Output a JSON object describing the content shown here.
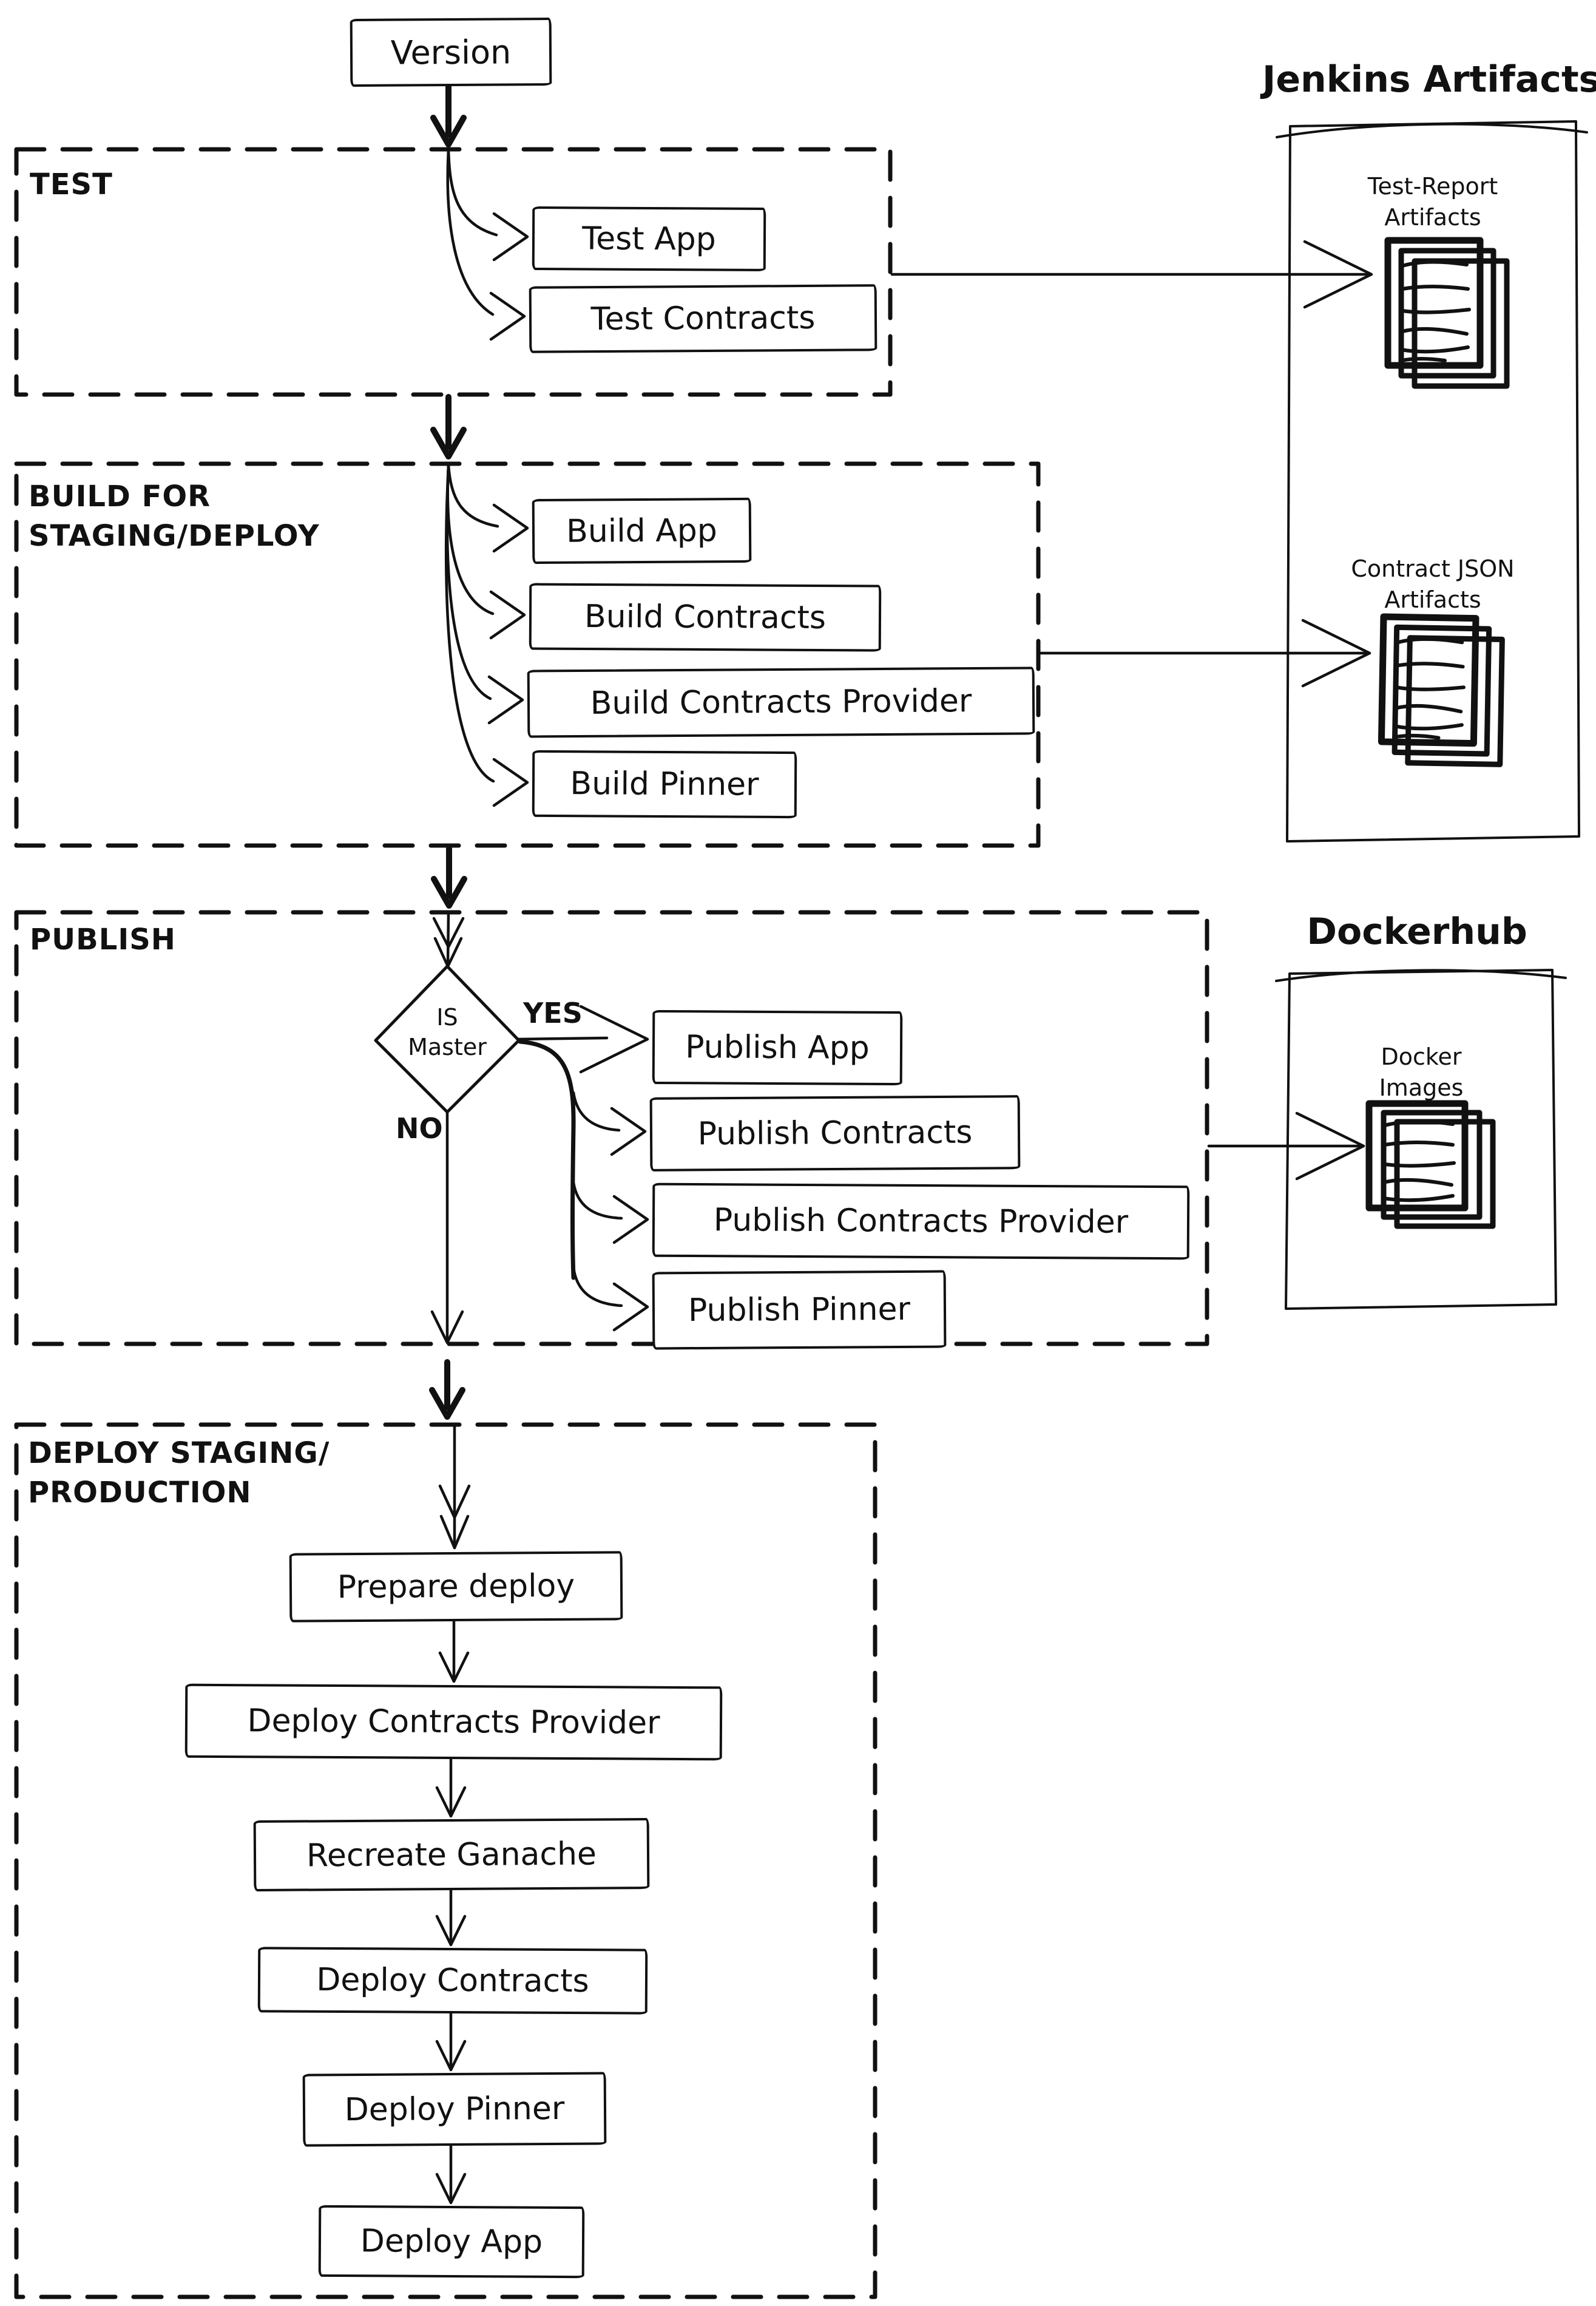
{
  "palette": {
    "ink": "#111111",
    "background": "#ffffff"
  },
  "version_node": {
    "label": "Version"
  },
  "sections": [
    {
      "id": "test",
      "label": "TEST",
      "steps": [
        "Test App",
        "Test Contracts"
      ]
    },
    {
      "id": "build",
      "label_line1": "BUILD FOR",
      "label_line2": "STAGING/DEPLOY",
      "steps": [
        "Build App",
        "Build Contracts",
        "Build Contracts Provider",
        "Build Pinner"
      ]
    },
    {
      "id": "publish",
      "label": "PUBLISH",
      "decision": {
        "line1": "IS",
        "line2": "Master",
        "yes_label": "YES",
        "no_label": "NO"
      },
      "steps": [
        "Publish App",
        "Publish Contracts",
        "Publish Contracts Provider",
        "Publish Pinner"
      ]
    },
    {
      "id": "deploy",
      "label_line1": "DEPLOY STAGING/",
      "label_line2": "PRODUCTION",
      "steps": [
        "Prepare deploy",
        "Deploy Contracts Provider",
        "Recreate Ganache",
        "Deploy Contracts",
        "Deploy Pinner",
        "Deploy App"
      ]
    }
  ],
  "artifact_panels": [
    {
      "id": "jenkins",
      "title": "Jenkins Artifacts",
      "items": [
        {
          "line1": "Test-Report",
          "line2": "Artifacts"
        },
        {
          "line1": "Contract JSON",
          "line2": "Artifacts"
        }
      ]
    },
    {
      "id": "dockerhub",
      "title": "Dockerhub",
      "items": [
        {
          "line1": "Docker",
          "line2": "Images"
        }
      ]
    }
  ]
}
